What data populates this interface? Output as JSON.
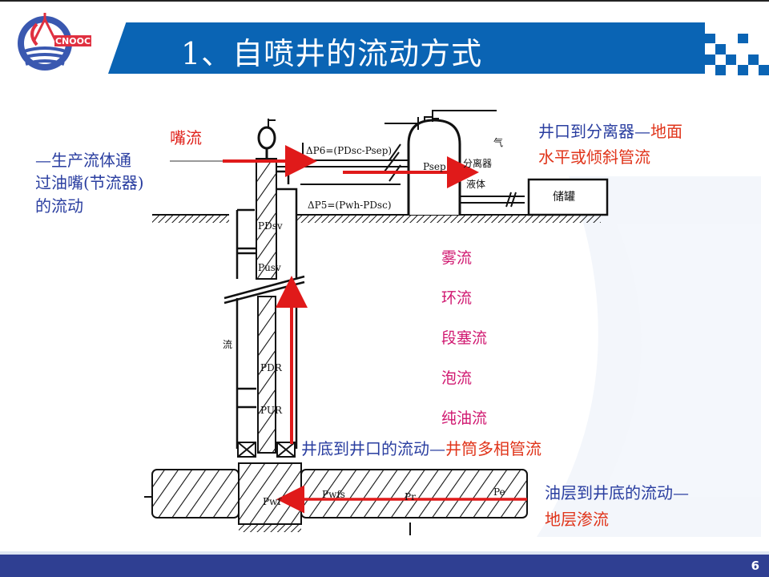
{
  "header": {
    "title": "1、自喷井的流动方式",
    "logo_text": "CNOOC",
    "accent_color": "#0a64b4"
  },
  "annotations": {
    "nozzle_flow": "嘴流",
    "nozzle_desc": [
      "—生产流体通",
      "过油嘴(节流器)",
      "的流动"
    ],
    "wellhead_to_separator_blue": "井口到分离器—",
    "wellhead_to_separator_red1": "地面",
    "wellhead_to_separator_red2": "水平或倾斜管流",
    "flow_patterns": [
      "雾流",
      "环流",
      "段塞流",
      "泡流",
      "纯油流"
    ],
    "bottom_to_head_blue": "井底到井口的流动—",
    "bottom_to_head_red": "井筒多相管流",
    "reservoir_blue": "油层到井底的流动—",
    "reservoir_red": "地层渗流"
  },
  "diagram_labels": {
    "p_dsv": "PDsv",
    "p_usv": "Pusv",
    "p_dr": "PDR",
    "p_ur": "PUR",
    "p_sep": "Psep",
    "delta_p6": "ΔP6=(PDsc-Psep)",
    "delta_p5": "ΔP5=(Pwh-PDsc)",
    "separator": "分离器",
    "gas": "气",
    "liquid": "液体",
    "tank": "储罐",
    "flow_char": "流",
    "p_wf": "Pwf",
    "p_wfs": "Pwfs",
    "p_r": "Pr",
    "p_e": "Pe"
  },
  "colors": {
    "arrow": "#e01a1a",
    "blue_text": "#2a3ea0",
    "red_text": "#e0341a",
    "pattern_text": "#d01870",
    "footer": "#2f3f92"
  },
  "footer": {
    "page_number": "6"
  }
}
